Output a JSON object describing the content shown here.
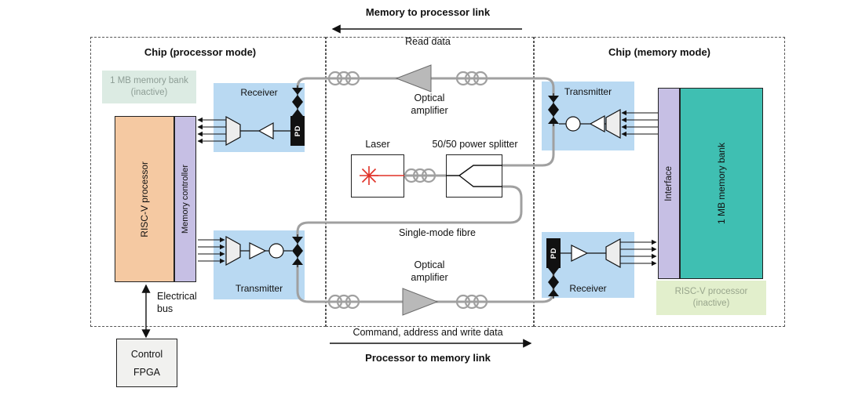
{
  "links": {
    "memory_to_processor": {
      "title": "Memory to processor link",
      "data_label": "Read data"
    },
    "processor_to_memory": {
      "title": "Processor to memory link",
      "data_label": "Command, address and write data"
    }
  },
  "processor_chip": {
    "title": "Chip (processor mode)",
    "inactive_bank": "1 MB memory bank (inactive)",
    "processor": "RISC-V processor",
    "memory_controller": "Memory controller",
    "receiver": "Receiver",
    "transmitter": "Transmitter",
    "photodiode": "PD",
    "electrical_bus": "Electrical bus",
    "fpga": {
      "line1": "Control",
      "line2": "FPGA"
    }
  },
  "optical_path": {
    "amplifier_top": "Optical amplifier",
    "amplifier_bottom": "Optical amplifier",
    "laser": "Laser",
    "splitter": "50/50 power splitter",
    "fibre": "Single-mode fibre"
  },
  "memory_chip": {
    "title": "Chip (memory mode)",
    "transmitter": "Transmitter",
    "receiver": "Receiver",
    "photodiode": "PD",
    "interface": "Interface",
    "memory_bank": "1 MB memory bank",
    "inactive_processor": "RISC-V processor (inactive)"
  },
  "colors": {
    "chip_block_fill": "#b9d9f2",
    "processor_fill": "#f5c9a2",
    "controller_fill": "#c6bfe4",
    "memory_bank_fill": "#3fbfb2",
    "inactive_bank_fill": "#dcebe3",
    "inactive_processor_fill": "#e2efcc",
    "fiber": "#a0a0a0",
    "laser_red": "#e03127"
  }
}
